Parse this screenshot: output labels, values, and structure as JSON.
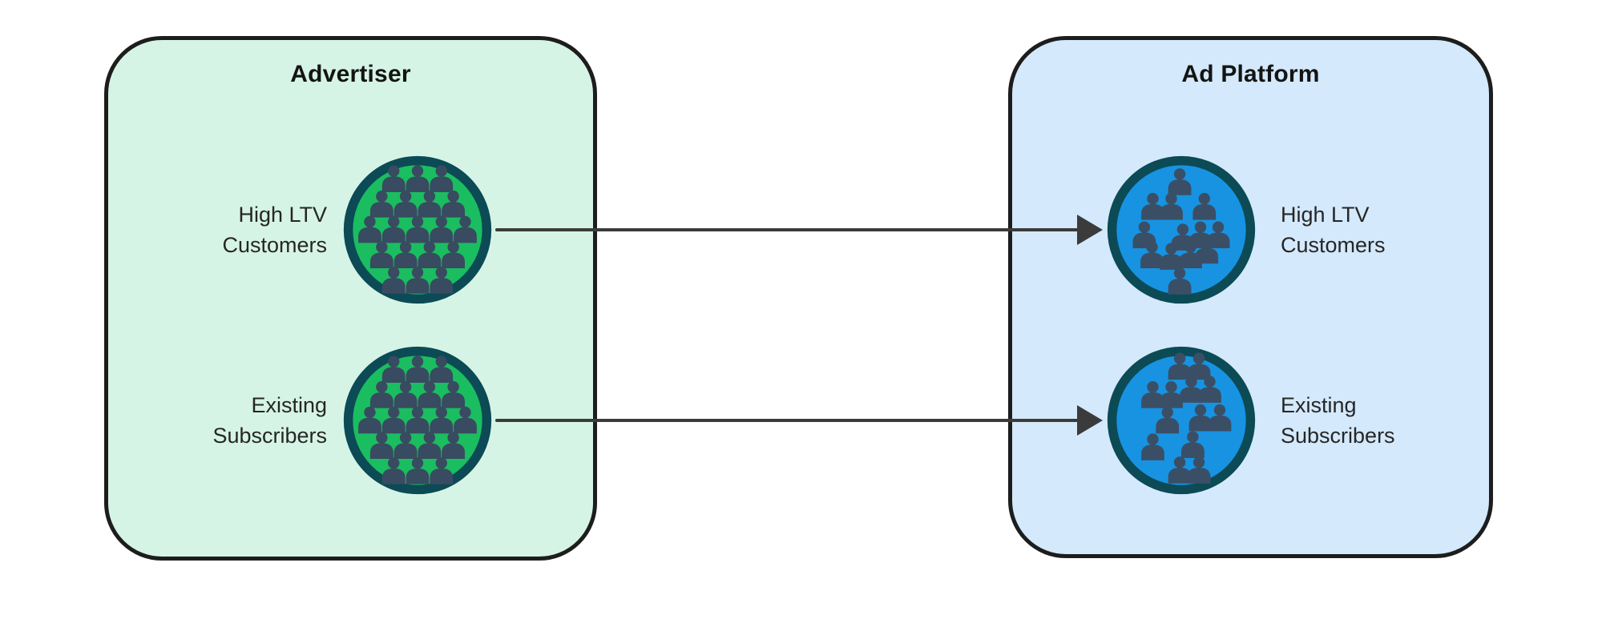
{
  "diagram": {
    "advertiser": {
      "title": "Advertiser",
      "audiences": [
        {
          "id": "high-ltv-customers",
          "label_lines": [
            "High LTV",
            "Customers"
          ],
          "icon": "crowd-circle-icon",
          "crowd_style": "grid",
          "person_count": 19
        },
        {
          "id": "existing-subscribers",
          "label_lines": [
            "Existing",
            "Subscribers"
          ],
          "icon": "crowd-circle-icon",
          "crowd_style": "grid",
          "person_count": 19
        }
      ],
      "colors": {
        "box_fill": "#d6f4e6",
        "circle_fill": "#1abe60"
      }
    },
    "ad_platform": {
      "title": "Ad Platform",
      "audiences": [
        {
          "id": "high-ltv-customers",
          "label_lines": [
            "High LTV",
            "Customers"
          ],
          "icon": "crowd-circle-icon",
          "crowd_style": "scattered",
          "person_count": 13
        },
        {
          "id": "existing-subscribers",
          "label_lines": [
            "Existing",
            "Subscribers"
          ],
          "icon": "crowd-circle-icon",
          "crowd_style": "scattered",
          "person_count": 13
        }
      ],
      "colors": {
        "box_fill": "#d4e9fb",
        "circle_fill": "#1793e2"
      }
    },
    "arrows": [
      {
        "from": "advertiser.high-ltv-customers",
        "to": "ad_platform.high-ltv-customers",
        "direction": "right"
      },
      {
        "from": "advertiser.existing-subscribers",
        "to": "ad_platform.existing-subscribers",
        "direction": "right"
      }
    ],
    "colors": {
      "circle_ring": "#0c4a55",
      "person_on_green": "#384b60",
      "person_on_blue": "#3a4f66",
      "arrow": "#3b3b3b",
      "box_border": "#1d1d1d",
      "label_text": "#262626",
      "title_text": "#141414",
      "page_background": "#ffffff"
    }
  }
}
